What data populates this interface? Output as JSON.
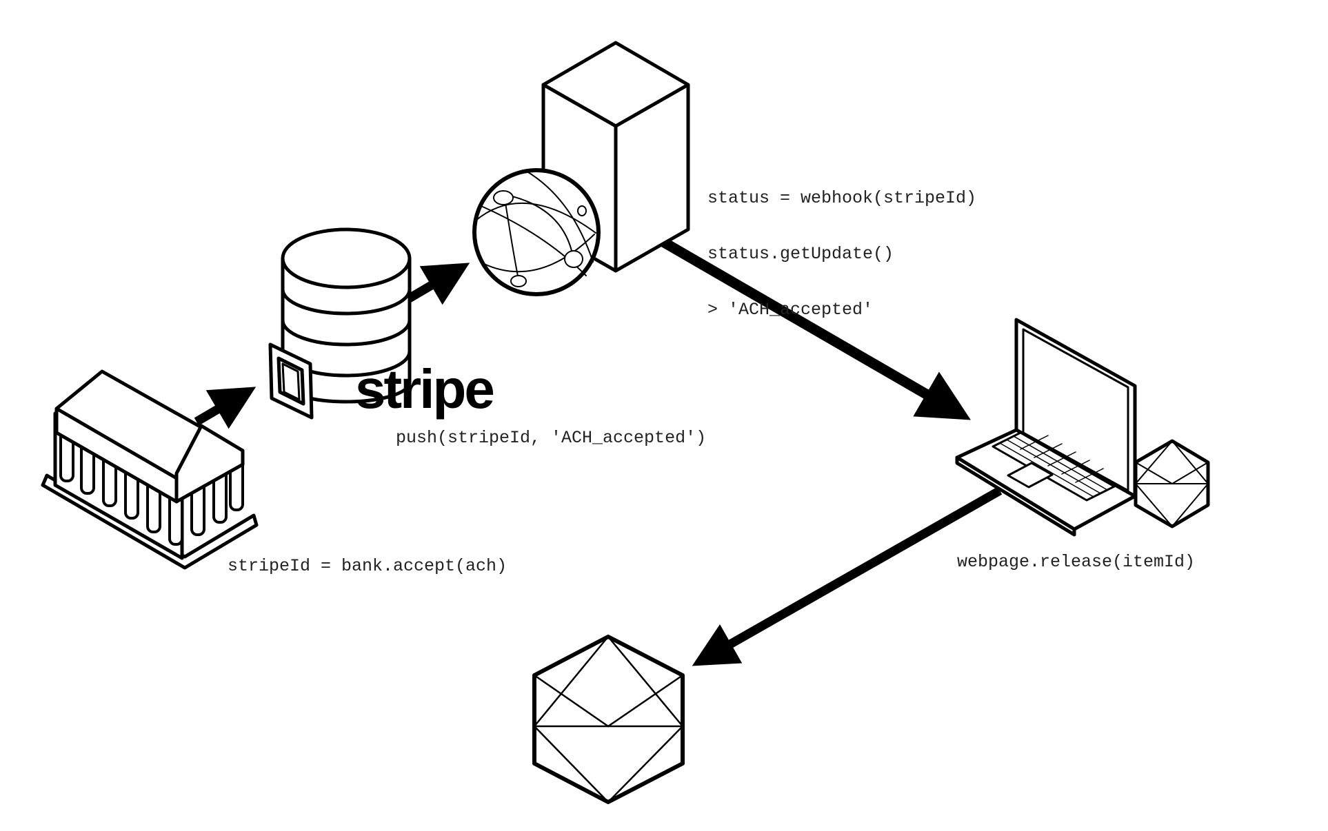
{
  "diagram": {
    "logo_text": "stripe",
    "labels": {
      "bank": "stripeId = bank.accept(ach)",
      "stripe": "push(stripeId, 'ACH_accepted')",
      "server": [
        "status = webhook(stripeId)",
        "status.getUpdate()",
        "> 'ACH_accepted'"
      ],
      "laptop": "webpage.release(itemId)"
    },
    "icons": [
      "bank-icon",
      "database-icon",
      "chip-icon",
      "globe-icon",
      "server-icon",
      "laptop-icon",
      "item-hexagon-icon"
    ],
    "colors": {
      "stroke": "#000000",
      "background": "#ffffff"
    }
  }
}
